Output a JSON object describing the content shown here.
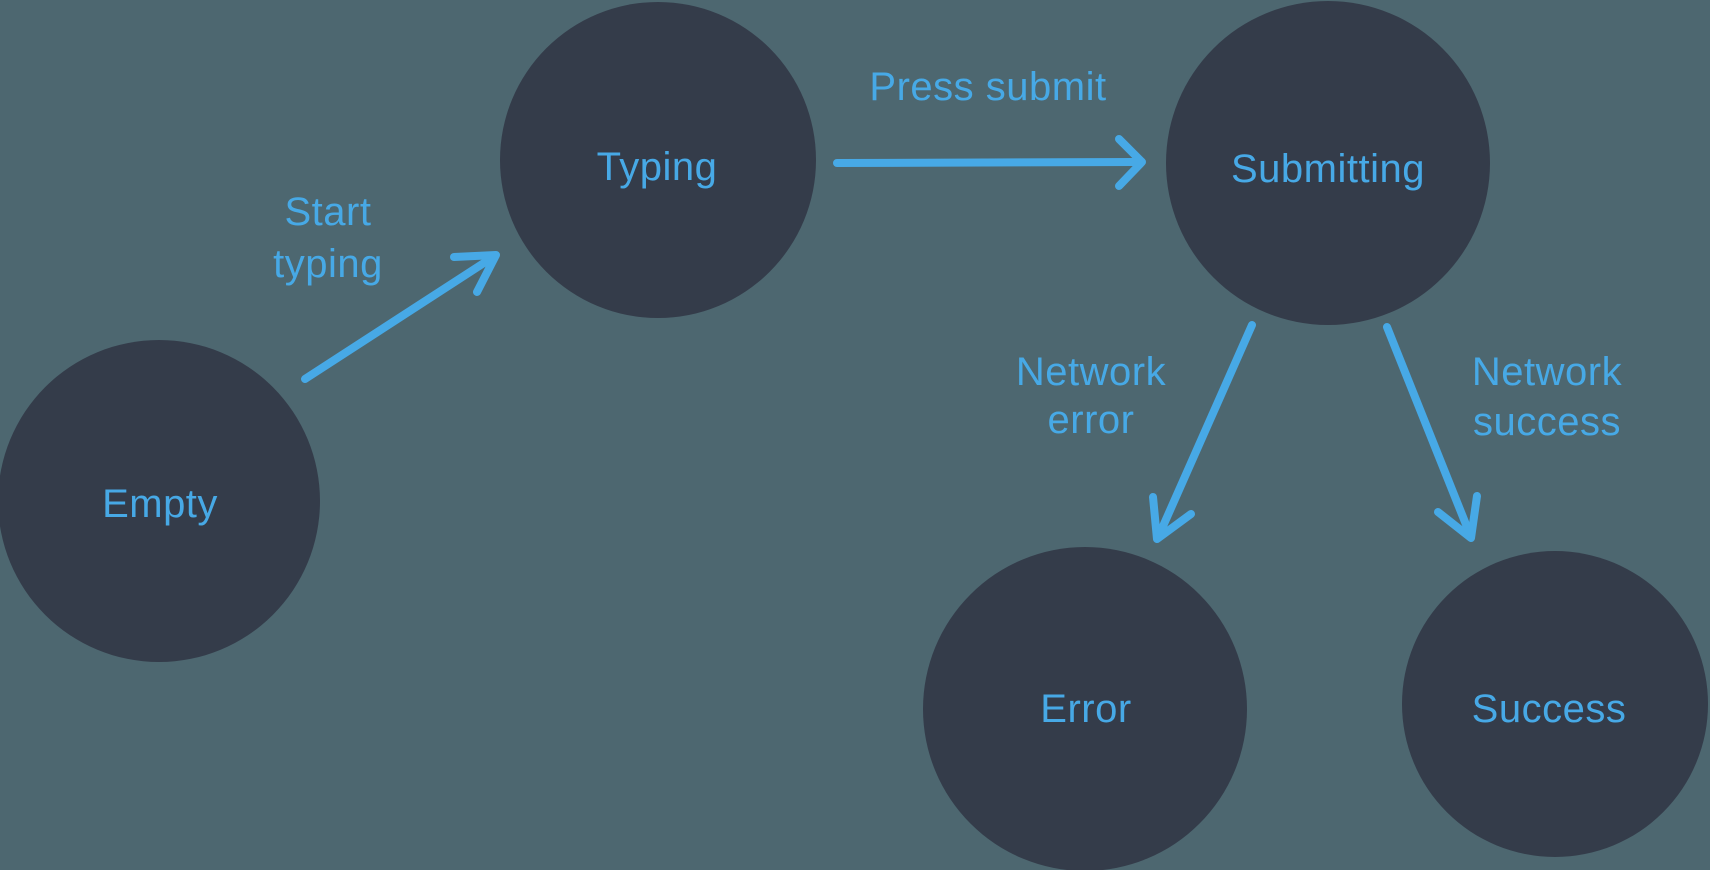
{
  "colors": {
    "background": "#4D6770",
    "state_fill": "#343C4A",
    "accent": "#47A9E6"
  },
  "diagram": {
    "kind": "state-machine",
    "states": {
      "empty": {
        "label": "Empty"
      },
      "typing": {
        "label": "Typing"
      },
      "submitting": {
        "label": "Submitting"
      },
      "error": {
        "label": "Error"
      },
      "success": {
        "label": "Success"
      }
    },
    "transitions": {
      "start_typing": {
        "from": "Empty",
        "to": "Typing",
        "line1": "Start",
        "line2": "typing"
      },
      "press_submit": {
        "from": "Typing",
        "to": "Submitting",
        "label": "Press submit"
      },
      "network_error": {
        "from": "Submitting",
        "to": "Error",
        "line1": "Network",
        "line2": "error"
      },
      "network_success": {
        "from": "Submitting",
        "to": "Success",
        "line1": "Network",
        "line2": "success"
      }
    }
  }
}
